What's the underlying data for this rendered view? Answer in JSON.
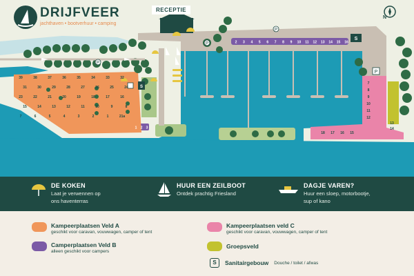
{
  "brand": {
    "title": "DRIJFVEER",
    "subtitle": "jachthaven • bootverhuur • camping"
  },
  "map": {
    "receptie_label": "RECEPTIE",
    "compass_label": "N",
    "parking_label": "P",
    "sanitary_label": "S",
    "pitches_veld_a": [
      "39",
      "38",
      "37",
      "36",
      "35",
      "34",
      "33",
      "32",
      "31",
      "30",
      "29",
      "28",
      "27",
      "26",
      "25",
      "24",
      "23",
      "22",
      "21",
      "20",
      "19",
      "18",
      "17",
      "16",
      "15",
      "14",
      "13",
      "12",
      "11",
      "10",
      "9",
      "8",
      "7",
      "6",
      "5",
      "4",
      "3",
      "2",
      "1",
      "21a"
    ],
    "camper_pitches_veld_b": [
      "2",
      "3",
      "4",
      "5",
      "6",
      "7",
      "8",
      "9",
      "10",
      "11",
      "12",
      "13",
      "14",
      "15",
      "16"
    ],
    "veld_b_small": [
      "1",
      "2",
      "3"
    ],
    "pitches_veld_c_right": [
      "7",
      "8",
      "9",
      "10",
      "11",
      "12",
      "13",
      "14"
    ],
    "pitches_veld_c_bottom": [
      "18",
      "17",
      "16",
      "15"
    ]
  },
  "features": [
    {
      "title": "DE KOKEN",
      "desc_line1": "Laat je verwennen op",
      "desc_line2": "ons haventerras",
      "icon": "umbrella-icon"
    },
    {
      "title": "HUUR EEN ZEILBOOT",
      "desc_line1": "Ontdek prachtig Friesland",
      "desc_line2": "",
      "icon": "sailboat-icon"
    },
    {
      "title": "DAGJE VAREN?",
      "desc_line1": "Huur een sloep, motorbootje,",
      "desc_line2": "sup of kano",
      "icon": "motorboat-icon"
    }
  ],
  "legend": {
    "veld_a": {
      "title": "Kampeerplaatsen Veld A",
      "desc": "geschikt voor caravan, vouwwagen, camper of tent",
      "color": "#f0965a"
    },
    "veld_b": {
      "title": "Camperplaatsen Veld B",
      "desc": "alleen geschikt voor campers",
      "color": "#7b5aa6"
    },
    "veld_c": {
      "title": "Kampeerplaatsen veld C",
      "desc": "geschikt voor caravan, vouwwagen, camper of tent",
      "color": "#ea84a9"
    },
    "groepsveld": {
      "title": "Groepsveld",
      "color": "#c2c22f"
    },
    "sanitair": {
      "badge": "S",
      "title": "Sanitairgebouw",
      "desc": "Douche / toilet / afwas"
    }
  },
  "colors": {
    "water": "#1d9bb5",
    "green": "#2e6b45",
    "dark": "#1f4a43",
    "path": "#c9bfb3"
  }
}
